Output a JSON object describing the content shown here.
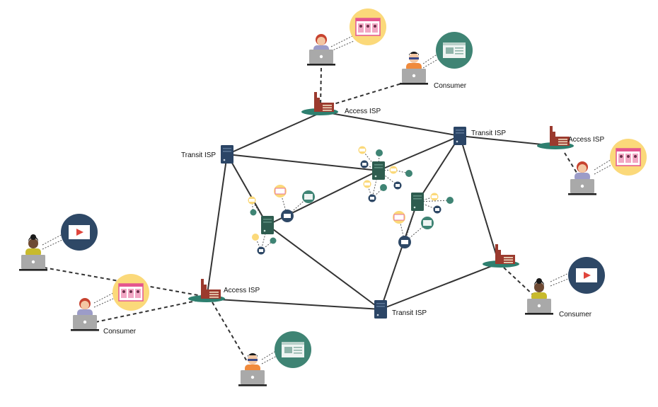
{
  "labels": {
    "access_isp_top": "Access ISP",
    "access_isp_right": "Access ISP",
    "access_isp_left": "Access ISP",
    "transit_isp_left": "Transit ISP",
    "transit_isp_top_right": "Transit ISP",
    "transit_isp_bottom": "Transit ISP",
    "consumer_top_right": "Consumer",
    "consumer_left": "Consumer",
    "consumer_bottom_right": "Consumer"
  },
  "colors": {
    "isp_base": "#2e7f6f",
    "isp_building": "#9b3a2e",
    "transit_server": "#2b4566",
    "content_server": "#2e5c4f",
    "yellow_bubble": "#fbd97a",
    "teal_bubble": "#3f8474",
    "navy_bubble": "#2e4866",
    "link": "#333333"
  }
}
